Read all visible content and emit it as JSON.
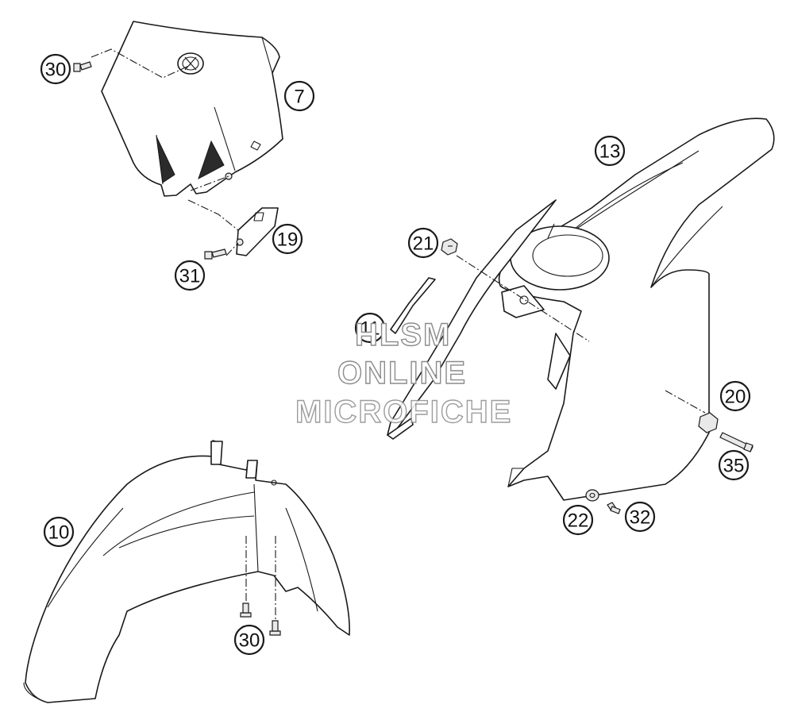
{
  "callouts": {
    "c30_top": "30",
    "c7": "7",
    "c19": "19",
    "c31": "31",
    "c13": "13",
    "c21": "21",
    "c11": "11",
    "c20": "20",
    "c35": "35",
    "c22": "22",
    "c32": "32",
    "c10": "10",
    "c30_bottom": "30"
  },
  "watermark": {
    "line1": "HLSM",
    "line2": "ONLINE",
    "line3": "MICROFICHE"
  }
}
